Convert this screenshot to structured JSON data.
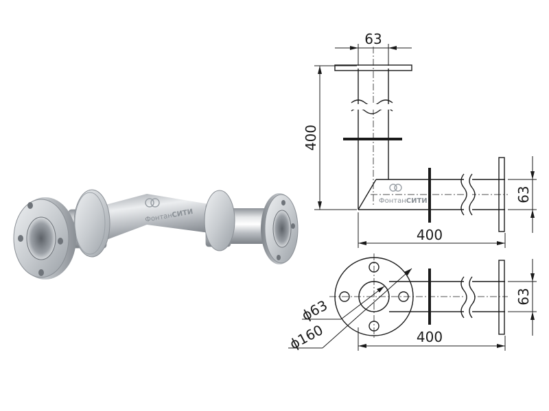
{
  "product": {
    "brand_text_regular": "Фонтан",
    "brand_text_bold": "СИТИ",
    "brand_mark_icon": "fontan-city-logo-icon",
    "body_color": "#c9ccd0",
    "shade_color": "#8e9399"
  },
  "drawing": {
    "top_view": {
      "pipe_diameter_label": "63",
      "vertical_length_label": "400",
      "horizontal_length_label": "400",
      "height_label": "63"
    },
    "front_view": {
      "pipe_diameter_label": "ϕ63",
      "flange_diameter_label": "ϕ160",
      "length_label": "400",
      "height_label": "63"
    }
  }
}
